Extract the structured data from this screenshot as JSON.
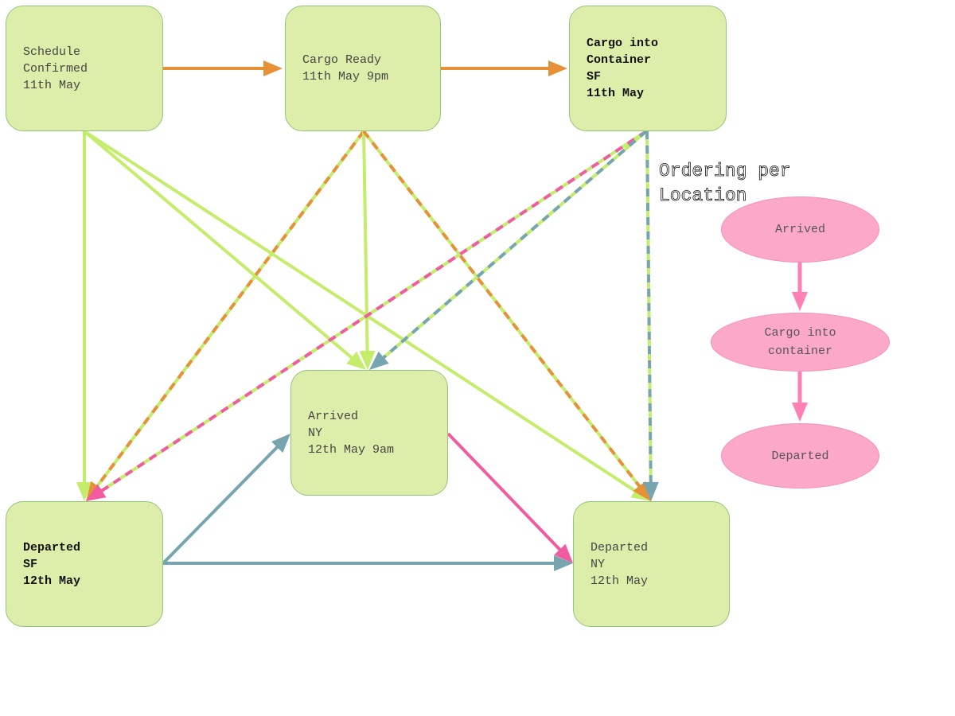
{
  "colors": {
    "node_fill": "#ddeeab",
    "node_border": "#93c47d",
    "legend_fill": "#fca9c9",
    "green": "#c3ed6a",
    "orange": "#e69138",
    "pink": "#f15ba0",
    "teal": "#76a5af",
    "legend_arrow": "#ff80b5"
  },
  "nodes": [
    {
      "id": "schedule",
      "lines": [
        "Schedule",
        "Confirmed",
        "11th May"
      ],
      "bold": false
    },
    {
      "id": "cargo_ready",
      "lines": [
        "Cargo Ready",
        "11th May 9pm"
      ],
      "bold": false
    },
    {
      "id": "cargo_container",
      "lines": [
        "Cargo into",
        "Container",
        "SF",
        "11th May"
      ],
      "bold": true
    },
    {
      "id": "arrived_ny",
      "lines": [
        "Arrived",
        "NY",
        "12th May 9am"
      ],
      "bold": false
    },
    {
      "id": "departed_sf",
      "lines": [
        "Departed",
        "SF",
        "12th May"
      ],
      "bold": true
    },
    {
      "id": "departed_ny",
      "lines": [
        "Departed",
        "NY",
        "12th May"
      ],
      "bold": false
    }
  ],
  "edges": [
    {
      "from": "schedule",
      "to": "cargo_ready",
      "style": "solid",
      "color": "orange"
    },
    {
      "from": "cargo_ready",
      "to": "cargo_container",
      "style": "solid",
      "color": "orange"
    },
    {
      "from": "schedule",
      "to": "departed_sf",
      "style": "solid",
      "color": "green"
    },
    {
      "from": "schedule",
      "to": "arrived_ny",
      "style": "solid",
      "color": "green"
    },
    {
      "from": "schedule",
      "to": "departed_ny",
      "style": "solid",
      "color": "green"
    },
    {
      "from": "cargo_ready",
      "to": "departed_sf",
      "style": "dashed",
      "color": "orange"
    },
    {
      "from": "cargo_ready",
      "to": "arrived_ny",
      "style": "solid",
      "color": "green"
    },
    {
      "from": "cargo_ready",
      "to": "departed_ny",
      "style": "dashed",
      "color": "orange"
    },
    {
      "from": "cargo_container",
      "to": "departed_sf",
      "style": "dashed",
      "color": "pink"
    },
    {
      "from": "cargo_container",
      "to": "arrived_ny",
      "style": "dashed",
      "color": "teal"
    },
    {
      "from": "cargo_container",
      "to": "departed_ny",
      "style": "dashed",
      "color": "teal"
    },
    {
      "from": "departed_sf",
      "to": "arrived_ny",
      "style": "solid",
      "color": "teal"
    },
    {
      "from": "departed_sf",
      "to": "departed_ny",
      "style": "solid",
      "color": "teal"
    },
    {
      "from": "arrived_ny",
      "to": "departed_ny",
      "style": "solid",
      "color": "pink"
    }
  ],
  "legend": {
    "title": "Ordering per\nLocation",
    "steps": [
      "Arrived",
      "Cargo into\ncontainer",
      "Departed"
    ]
  }
}
